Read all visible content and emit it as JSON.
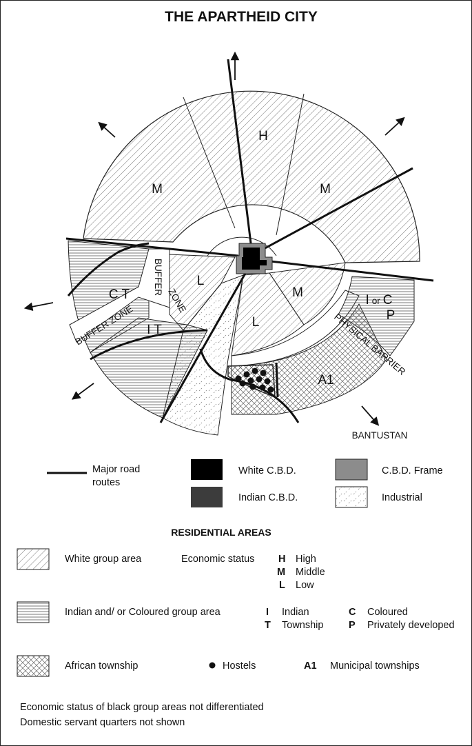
{
  "title": "THE APARTHEID CITY",
  "zones": {
    "white_high": "H",
    "white_mid_left": "M",
    "white_mid_right": "M",
    "white_low_left": "L",
    "white_mid_lower": "M",
    "white_low_lower": "L",
    "coloured_township": "C T",
    "indian_township": "I T",
    "indian_or_coloured_top": "I",
    "indian_or_coloured_or": "or",
    "indian_or_coloured_c": "C",
    "indian_or_coloured_p": "P",
    "municipal": "A1"
  },
  "annotations": {
    "buffer_vertical_1": "BUFFER",
    "buffer_vertical_2": "ZONE",
    "buffer_diagonal": "BUFFER ZONE",
    "physical_barrier": "PHYSICAL BARRIER",
    "bantustan": "BANTUSTAN"
  },
  "legend": {
    "road_line1": "Major road",
    "road_line2": "routes",
    "white_cbd": "White C.B.D.",
    "indian_cbd": "Indian C.B.D.",
    "cbd_frame": "C.B.D. Frame",
    "industrial": "Industrial"
  },
  "residential": {
    "heading": "RESIDENTIAL AREAS",
    "white_group": "White group area",
    "economic_status": "Economic status",
    "h_key": "H",
    "h_label": "High",
    "m_key": "M",
    "m_label": "Middle",
    "l_key": "L",
    "l_label": "Low",
    "indian_coloured": "Indian and/ or Coloured group area",
    "i_key": "I",
    "i_label": "Indian",
    "t_key": "T",
    "t_label": "Township",
    "c_key": "C",
    "c_label": "Coloured",
    "p_key": "P",
    "p_label": "Privately developed",
    "african": "African township",
    "hostels": "Hostels",
    "a1_key": "A1",
    "a1_label": "Municipal townships"
  },
  "notes": {
    "line1": "Economic status of black group areas not differentiated",
    "line2": "Domestic servant quarters not shown"
  },
  "colors": {
    "white_cbd": "#000000",
    "indian_cbd": "#3c3c3c",
    "cbd_frame": "#8c8c8c",
    "hatch": "#555555"
  }
}
